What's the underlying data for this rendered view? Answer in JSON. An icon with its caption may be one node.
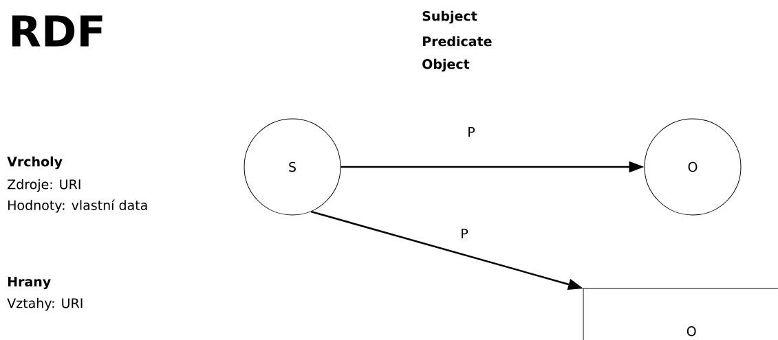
{
  "diagram": {
    "title": "RDF",
    "nodes": [
      {
        "text": [
          "S"
        ]
      },
      {
        "text": [
          "O"
        ]
      },
      {
        "text": [
          "O"
        ]
      }
    ],
    "edges": [
      {
        "from": 0,
        "to": 1,
        "arrow": "to",
        "label": "P"
      },
      {
        "from": 0,
        "to": 2,
        "arrow": "to",
        "label": "P"
      }
    ],
    "labels": [
      "Subject",
      "Predicate",
      "Object",
      "Vrcholy",
      "Zdroje: URI",
      "Hodnoty: vlastní data",
      "Hrany",
      "Vztahy: URI"
    ]
  }
}
